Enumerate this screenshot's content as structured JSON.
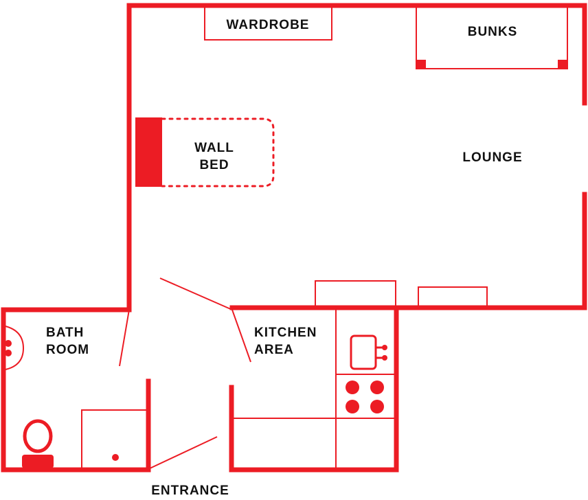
{
  "plan": {
    "accent_color": "#ec1c24",
    "text_color": "#111111",
    "rooms": {
      "wardrobe": "WARDROBE",
      "bunks": "BUNKS",
      "wall_bed_line1": "WALL",
      "wall_bed_line2": "BED",
      "lounge": "LOUNGE",
      "bathroom_line1": "BATH",
      "bathroom_line2": "ROOM",
      "kitchen_line1": "KITCHEN",
      "kitchen_line2": "AREA",
      "entrance": "ENTRANCE"
    },
    "fixtures": [
      "wardrobe",
      "bunks",
      "wall-bed",
      "sink",
      "toilet",
      "shower",
      "kitchen-sink",
      "cooktop",
      "counter"
    ]
  }
}
